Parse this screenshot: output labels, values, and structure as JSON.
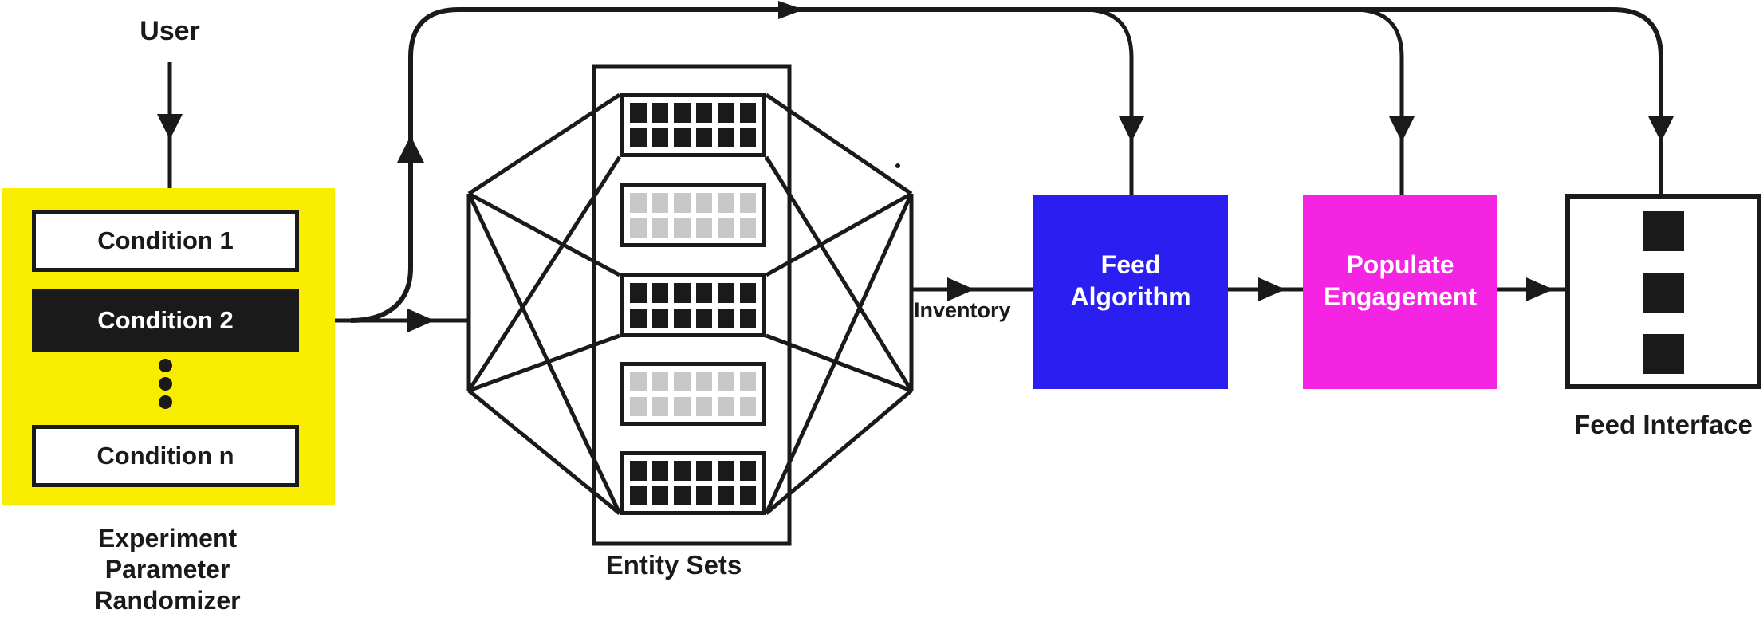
{
  "diagram": {
    "user_label": "User",
    "randomizer": {
      "caption_lines": [
        "Experiment",
        "Parameter",
        "Randomizer"
      ],
      "conditions": [
        {
          "label": "Condition 1",
          "variant": "white"
        },
        {
          "label": "Condition 2",
          "variant": "black-selected"
        },
        {
          "label": "Condition n",
          "variant": "white"
        }
      ],
      "ellipsis_dots": 3
    },
    "entity_sets": {
      "caption": "Entity Sets",
      "cols": 6,
      "square_rows": 2,
      "rows": [
        {
          "tone": "black"
        },
        {
          "tone": "gray"
        },
        {
          "tone": "black"
        },
        {
          "tone": "gray"
        },
        {
          "tone": "black"
        }
      ]
    },
    "inventory_label": "Inventory",
    "feed_algorithm": {
      "lines": [
        "Feed",
        "Algorithm"
      ]
    },
    "populate_engagement": {
      "lines": [
        "Populate",
        "Engagement"
      ]
    },
    "feed_interface": {
      "caption": "Feed Interface",
      "squares": 3
    }
  },
  "colors": {
    "yellow": "#F8EC00",
    "blue": "#2A1FF0",
    "magenta": "#F424E2",
    "line": "#1A1A1A",
    "graysq": "#C7C7C7"
  }
}
